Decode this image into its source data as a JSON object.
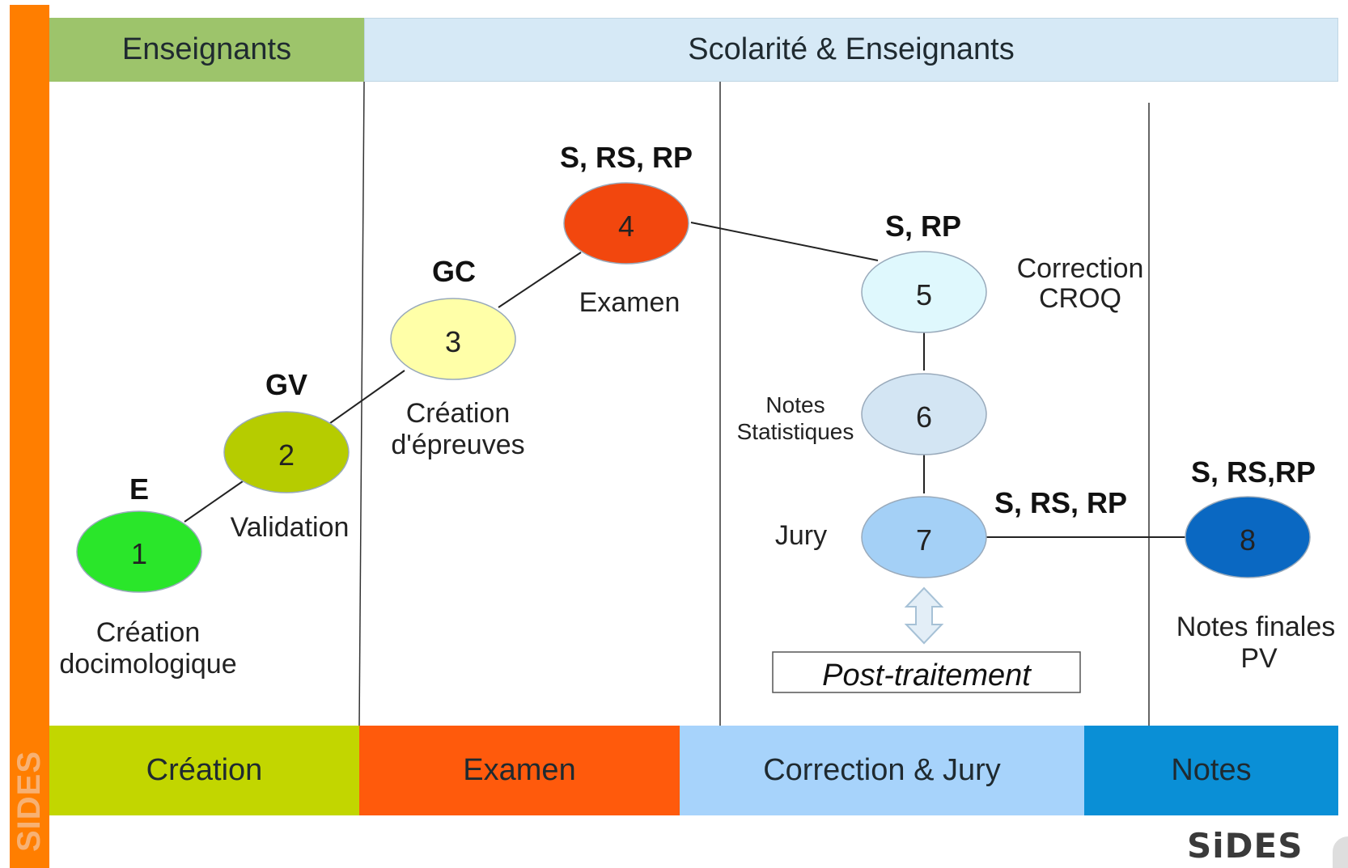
{
  "sidebar": {
    "label": "SIDES",
    "color": "#ff7e00"
  },
  "header": {
    "left": {
      "label": "Enseignants",
      "color": "#9dc46b"
    },
    "right": {
      "label": "Scolarité & Enseignants",
      "color": "#d6e9f6"
    }
  },
  "phases": [
    {
      "label": "Création",
      "color": "#c2d600"
    },
    {
      "label": "Examen",
      "color": "#ff5a0c"
    },
    {
      "label": "Correction & Jury",
      "color": "#a7d3fb"
    },
    {
      "label": "Notes",
      "color": "#0a8fd6"
    }
  ],
  "steps": [
    {
      "number": "1",
      "role": "E",
      "caption": [
        "Création",
        "docimologique"
      ],
      "color": "#2ae62a"
    },
    {
      "number": "2",
      "role": "GV",
      "caption": [
        "Validation"
      ],
      "color": "#b6cc00"
    },
    {
      "number": "3",
      "role": "GC",
      "caption": [
        "Création",
        "d'épreuves"
      ],
      "color": "#ffffa8"
    },
    {
      "number": "4",
      "role": "S, RS, RP",
      "caption": [
        "Examen"
      ],
      "color": "#f2470e"
    },
    {
      "number": "5",
      "role": "S, RP",
      "caption": [
        "Correction",
        "CROQ"
      ],
      "color": "#dff8fd"
    },
    {
      "number": "6",
      "role": "",
      "caption": [
        "Notes",
        "Statistiques"
      ],
      "color": "#d3e5f3"
    },
    {
      "number": "7",
      "role": "S, RS, RP",
      "caption": [
        "Jury"
      ],
      "color": "#a4d0f6"
    },
    {
      "number": "8",
      "role": "S, RS,RP",
      "caption": [
        "Notes finales",
        "PV"
      ],
      "color": "#0a68c2"
    }
  ],
  "post_traitement": "Post-traitement",
  "logo": "SiDES"
}
